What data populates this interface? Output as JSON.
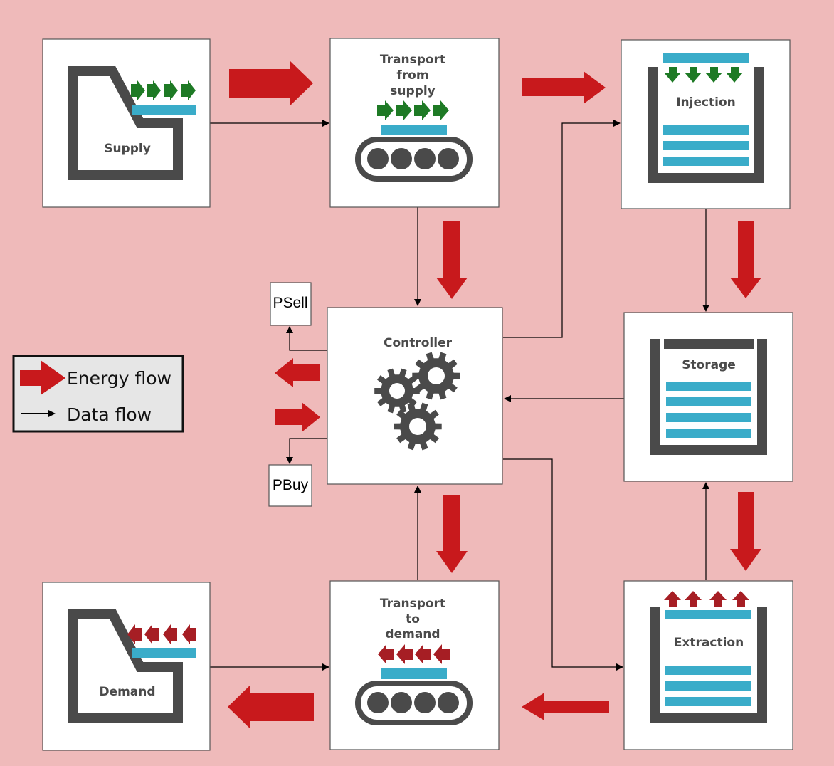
{
  "colors": {
    "background": "#efbaba",
    "energy_arrow": "#c8191c",
    "bar": "#3aacc9",
    "frame": "#4a4a4a",
    "supply_arrow": "#1e7a25",
    "demand_arrow": "#a61e24"
  },
  "blocks": {
    "supply": {
      "label": "Supply",
      "icon": "supply-basin-icon"
    },
    "transport_supply": {
      "label_lines": [
        "Transport",
        "from",
        "supply"
      ],
      "icon": "conveyor-icon"
    },
    "injection": {
      "label": "Injection",
      "icon": "injection-tank-icon"
    },
    "controller": {
      "label": "Controller",
      "icon": "gears-icon"
    },
    "storage": {
      "label": "Storage",
      "icon": "storage-tank-icon"
    },
    "extraction": {
      "label": "Extraction",
      "icon": "extraction-tank-icon"
    },
    "transport_demand": {
      "label_lines": [
        "Transport",
        "to",
        "demand"
      ],
      "icon": "conveyor-icon"
    },
    "demand": {
      "label": "Demand",
      "icon": "demand-basin-icon"
    }
  },
  "ports": {
    "psell": "PSell",
    "pbuy": "PBuy"
  },
  "legend": {
    "energy_flow": "Energy flow",
    "data_flow": "Data flow"
  }
}
